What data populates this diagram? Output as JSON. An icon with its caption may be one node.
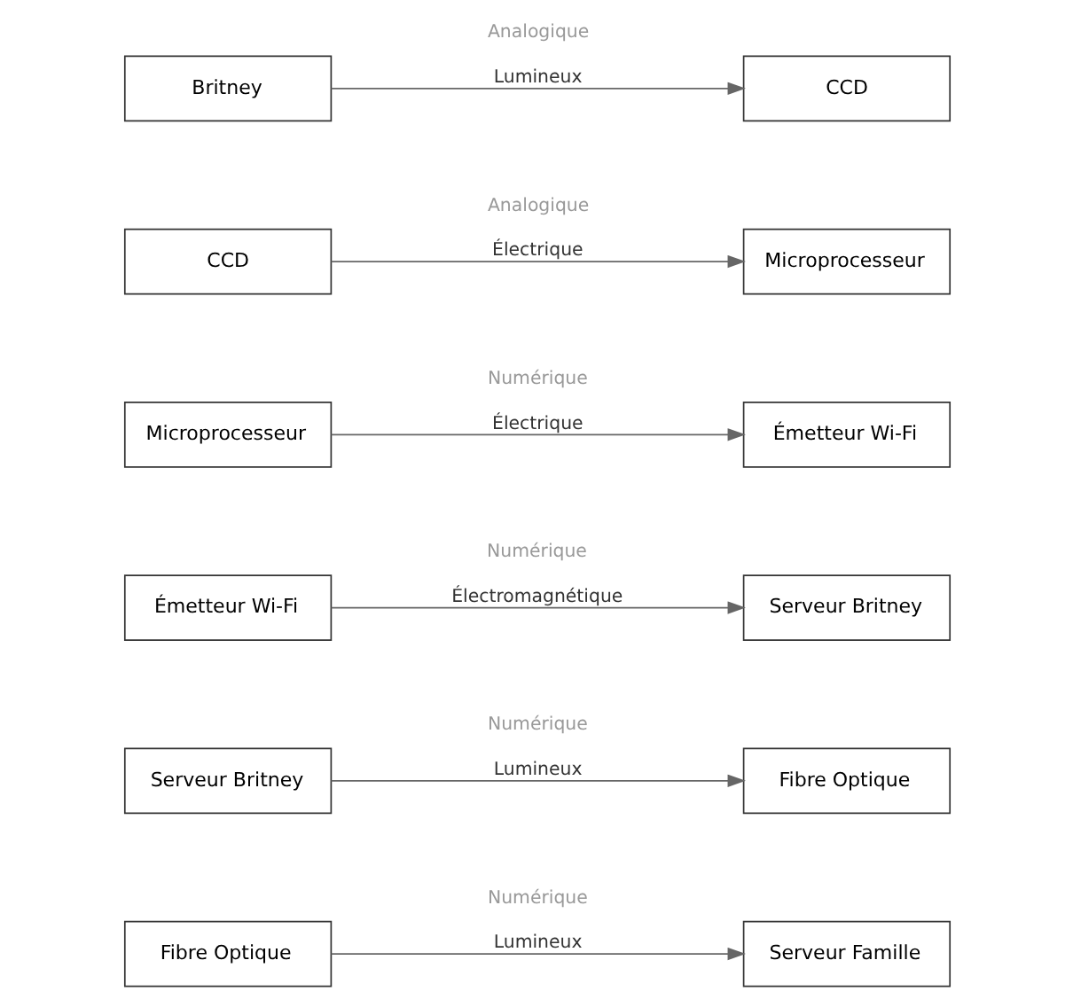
{
  "diagram": {
    "nodes": [
      {
        "text": [
          "Britney"
        ]
      },
      {
        "text": [
          "CCD"
        ]
      },
      {
        "text": [
          "CCD"
        ]
      },
      {
        "text": [
          "Microprocesseur"
        ]
      },
      {
        "text": [
          "Microprocesseur"
        ]
      },
      {
        "text": [
          "Émetteur Wi-Fi"
        ]
      },
      {
        "text": [
          "Émetteur Wi-Fi"
        ]
      },
      {
        "text": [
          "Serveur Britney"
        ]
      },
      {
        "text": [
          "Serveur Britney"
        ]
      },
      {
        "text": [
          "Fibre Optique"
        ]
      },
      {
        "text": [
          "Fibre Optique"
        ]
      },
      {
        "text": [
          "Serveur Famille"
        ]
      }
    ],
    "edges": [
      {
        "from": 0,
        "to": 1,
        "arrow": "to",
        "label": "Analogique"
      },
      {
        "from": 2,
        "to": 3,
        "arrow": "to",
        "label": "Analogique"
      },
      {
        "from": 4,
        "to": 5,
        "arrow": "to",
        "label": "Numérique"
      },
      {
        "from": 6,
        "to": 7,
        "arrow": "to",
        "label": "Numérique"
      },
      {
        "from": 8,
        "to": 9,
        "arrow": "to",
        "label": "Numérique"
      },
      {
        "from": 10,
        "to": 11,
        "arrow": "to",
        "label": "Numérique"
      }
    ],
    "labels": [
      "Lumineux",
      "Électrique",
      "Électrique",
      "Électromagnétique",
      "Lumineux",
      "Lumineux"
    ]
  }
}
